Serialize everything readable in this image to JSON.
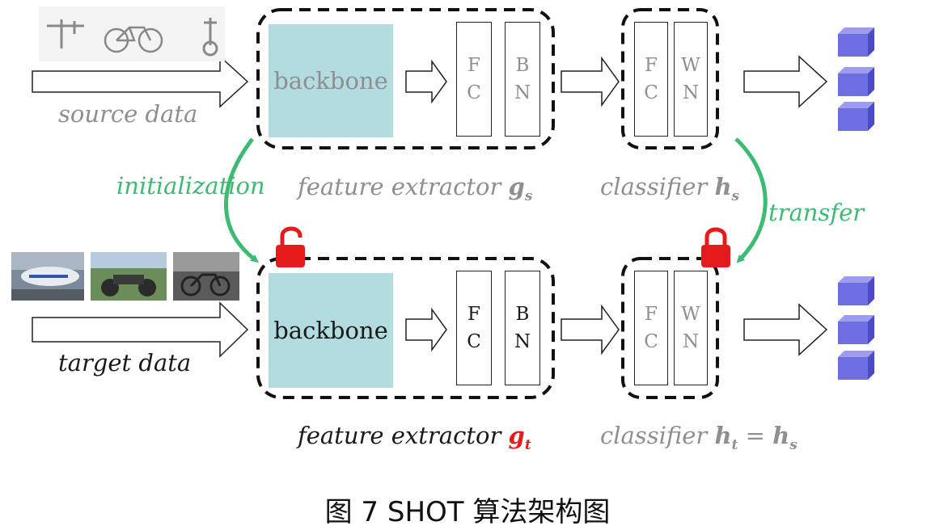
{
  "top_row": {
    "input_label": "source data",
    "backbone_label": "backbone",
    "extractor_layers": [
      [
        "F",
        "C"
      ],
      [
        "B",
        "N"
      ]
    ],
    "classifier_layers": [
      [
        "F",
        "C"
      ],
      [
        "W",
        "N"
      ]
    ],
    "extractor_caption": "feature extractor ",
    "extractor_symbol": "g",
    "extractor_sub": "s",
    "classifier_caption": "classifier ",
    "classifier_symbol": "h",
    "classifier_sub": "s"
  },
  "bottom_row": {
    "input_label": "target data",
    "backbone_label": "backbone",
    "extractor_layers": [
      [
        "F",
        "C"
      ],
      [
        "B",
        "N"
      ]
    ],
    "classifier_layers": [
      [
        "F",
        "C"
      ],
      [
        "W",
        "N"
      ]
    ],
    "extractor_caption": "feature extractor ",
    "extractor_symbol": "g",
    "extractor_sub": "t",
    "classifier_caption": "classifier ",
    "classifier_symbol": "h",
    "classifier_sub": "t",
    "classifier_eq": " = ",
    "classifier_symbol2": "h",
    "classifier_sub2": "s"
  },
  "links": {
    "initialization": "initialization",
    "transfer": "transfer"
  },
  "locks": {
    "extractor": "unlocked",
    "classifier": "locked"
  },
  "colors": {
    "backbone_fill": "#b2dcdf",
    "link_green": "#3dbb73",
    "lock_red": "#e51a1a",
    "cube_purple": "#6e6ee0"
  },
  "figure_caption": "图 7 SHOT 算法架构图"
}
